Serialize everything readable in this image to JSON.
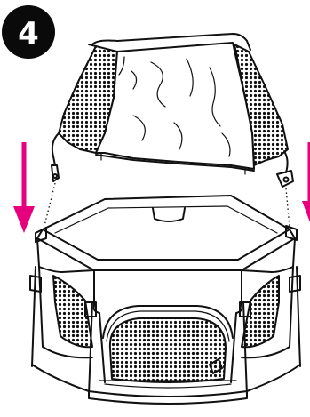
{
  "step": {
    "number": "4",
    "badge_color": "#0a0a0a"
  },
  "arrows": {
    "color": "#e6007e",
    "direction": "down"
  },
  "illustration": {
    "parts": [
      "canopy",
      "playard",
      "mesh-panels",
      "clips"
    ]
  }
}
